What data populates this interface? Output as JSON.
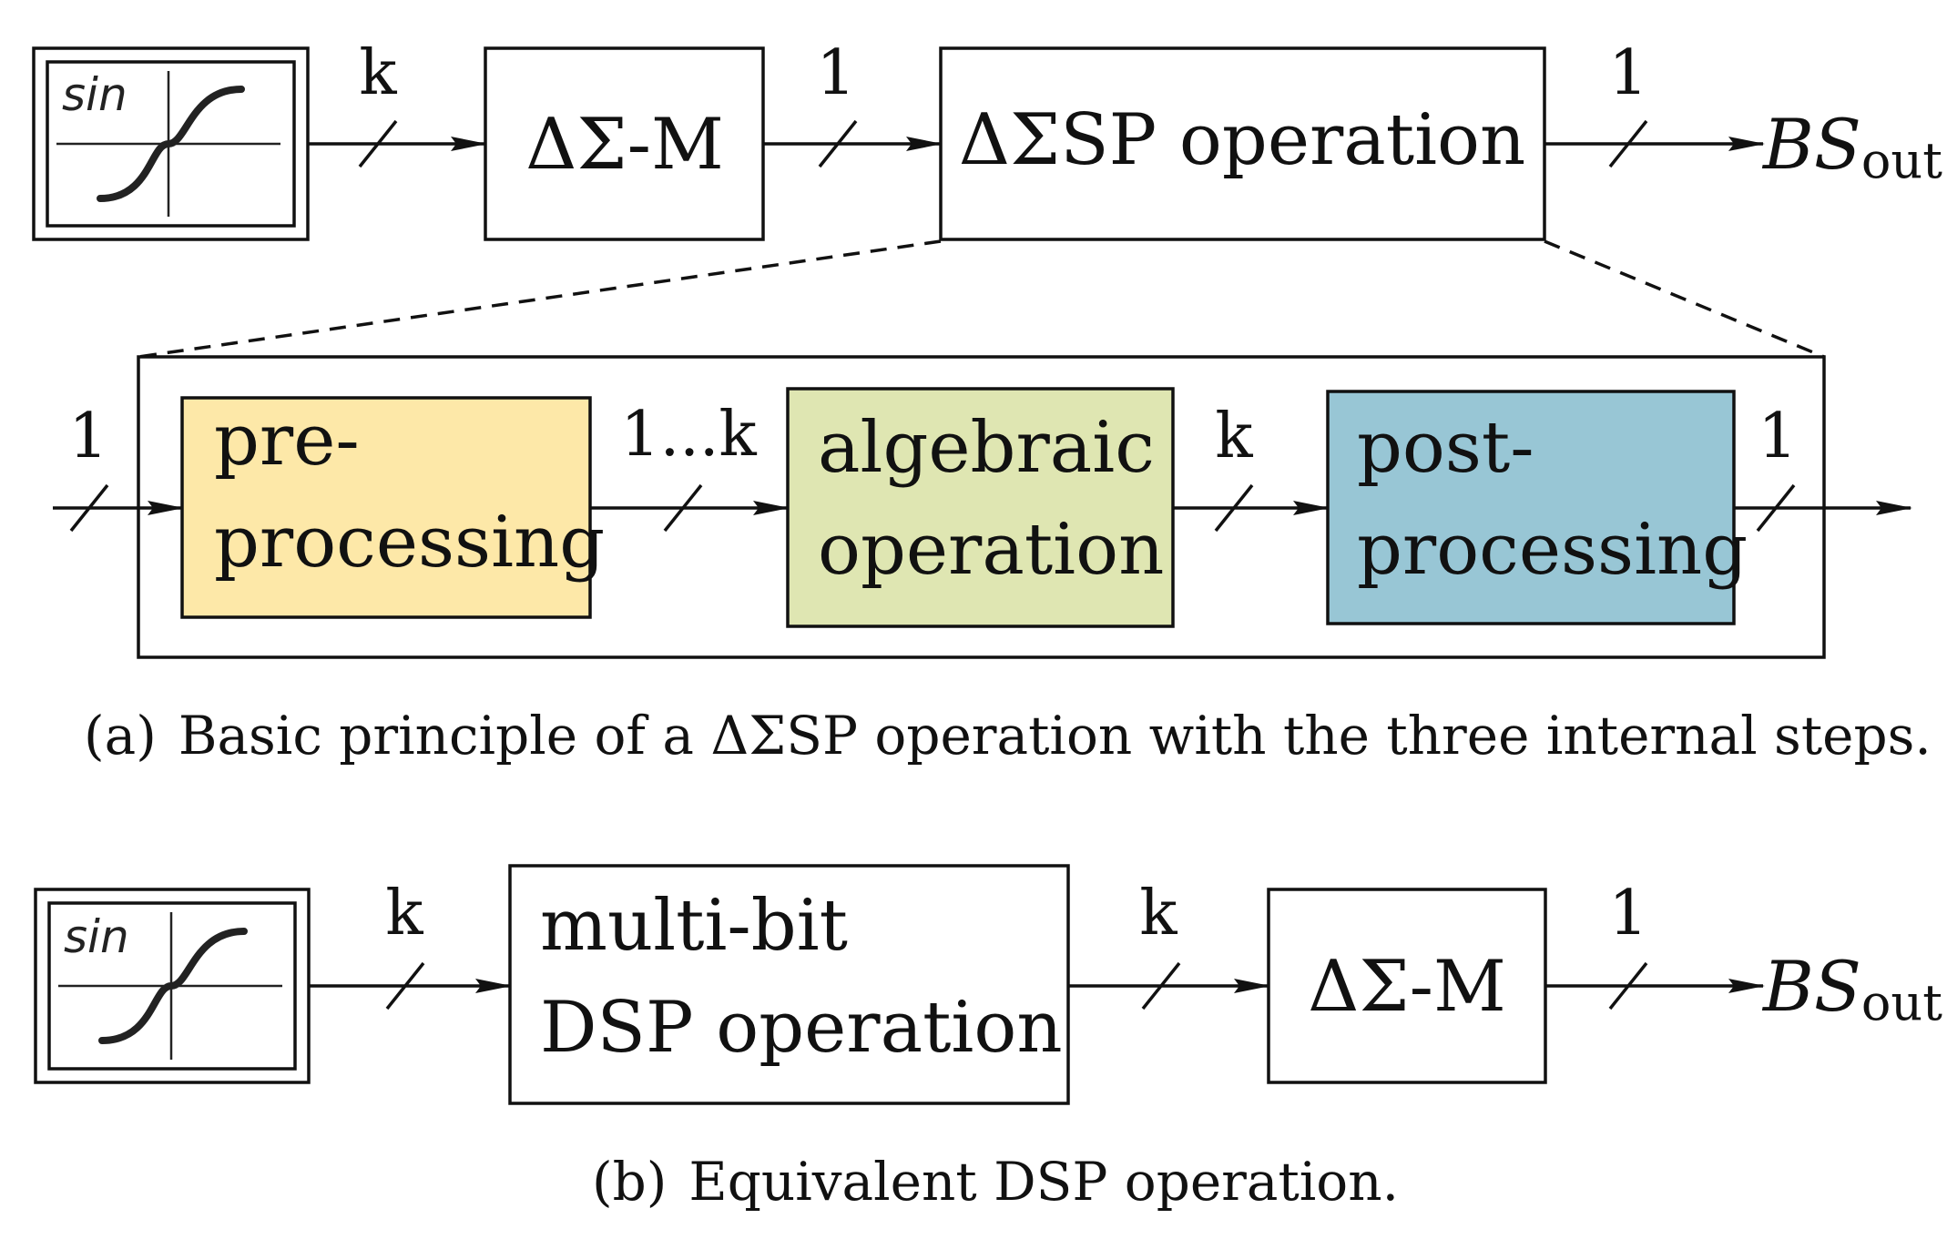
{
  "part_a": {
    "source_icon_label": "sin",
    "bus_k1": "k",
    "mod_block": "ΔΣ-M",
    "bus_1a": "1",
    "op_block": "ΔΣSP operation",
    "bus_1b": "1",
    "output_main": "BS",
    "output_sub": "out",
    "detail": {
      "bus_in": "1",
      "pre_line1": "pre-",
      "pre_line2": "processing",
      "bus_1k": "1...k",
      "alg_line1": "algebraic",
      "alg_line2": "operation",
      "bus_k": "k",
      "post_line1": "post-",
      "post_line2": "processing",
      "bus_out": "1"
    },
    "caption_tag": "(a)",
    "caption_text": "Basic principle of a ΔΣSP operation with the three internal steps."
  },
  "part_b": {
    "source_icon_label": "sin",
    "bus_k1": "k",
    "dsp_line1": "multi-bit",
    "dsp_line2": "DSP operation",
    "bus_k2": "k",
    "mod_block": "ΔΣ-M",
    "bus_1": "1",
    "output_main": "BS",
    "output_sub": "out",
    "caption_tag": "(b)",
    "caption_text": "Equivalent DSP operation."
  },
  "colors": {
    "pre_processing": "#fde8a8",
    "algebraic_operation": "#dfe6b2",
    "post_processing": "#98c6d5"
  }
}
